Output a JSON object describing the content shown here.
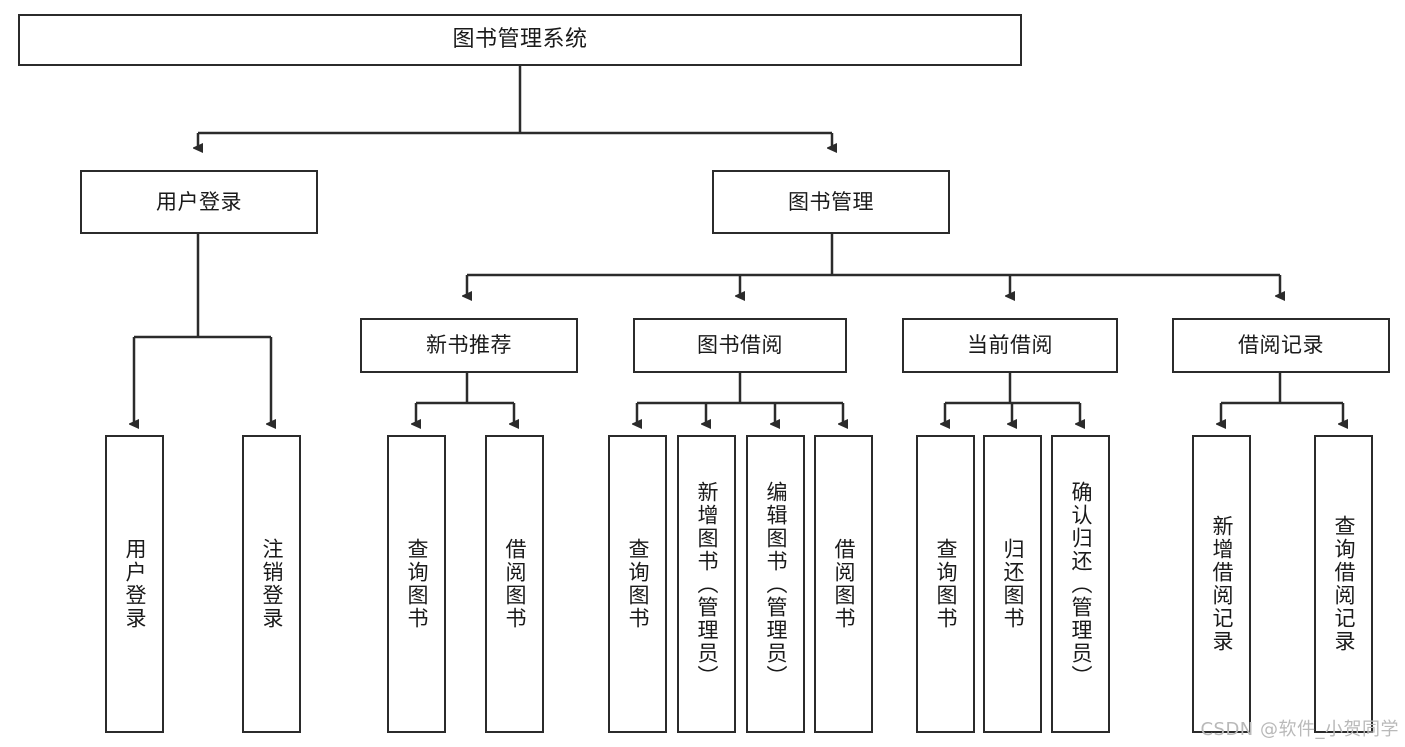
{
  "diagram": {
    "title": "图书管理系统",
    "type": "tree",
    "stroke_color": "#2b2b2b",
    "fill_color": "#ffffff",
    "text_color": "#1a1a1a",
    "nodes": {
      "root": {
        "label": "图书管理系统"
      },
      "level2": [
        {
          "label": "用户登录"
        },
        {
          "label": "图书管理"
        }
      ],
      "level3": [
        {
          "label": "新书推荐"
        },
        {
          "label": "图书借阅"
        },
        {
          "label": "当前借阅"
        },
        {
          "label": "借阅记录"
        }
      ],
      "leaves": [
        {
          "label": "用户登录"
        },
        {
          "label": "注销登录"
        },
        {
          "label": "查询图书"
        },
        {
          "label": "借阅图书"
        },
        {
          "label": "查询图书"
        },
        {
          "label": "新增图书（管理员）"
        },
        {
          "label": "编辑图书（管理员）"
        },
        {
          "label": "借阅图书"
        },
        {
          "label": "查询图书"
        },
        {
          "label": "归还图书"
        },
        {
          "label": "确认归还（管理员）"
        },
        {
          "label": "新增借阅记录"
        },
        {
          "label": "查询借阅记录"
        }
      ]
    }
  },
  "watermark": {
    "text": "CSDN @软件_小贺同学",
    "color": "#b9b9b9"
  }
}
